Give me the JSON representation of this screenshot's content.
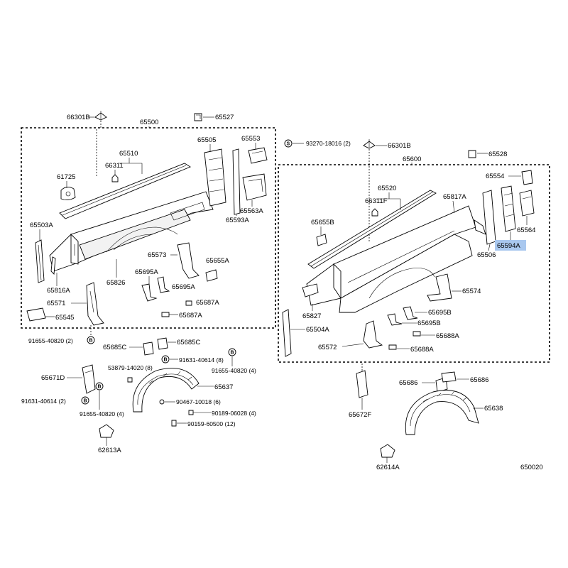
{
  "diagram_code": "650020",
  "left_box": {
    "assembly_label": "65500",
    "labels": {
      "p66301B_l": "66301B",
      "p65527": "65527",
      "p65505": "65505",
      "p65553": "65553",
      "p65510": "65510",
      "p66311_l": "66311",
      "p61725": "61725",
      "p65503A": "65503A",
      "p65816A": "65816A",
      "p65826": "65826",
      "p65563A": "65563A",
      "p65593A": "65593A",
      "p65573": "65573",
      "p65655A": "65655A",
      "p65695A_1": "65695A",
      "p65695A_2": "65695A",
      "p65687A_1": "65687A",
      "p65687A_2": "65687A",
      "p65571": "65571",
      "p65545": "65545"
    }
  },
  "right_box": {
    "assembly_label": "65600",
    "labels": {
      "p93270": "93270-18016 (2)",
      "p66301B_r": "66301B",
      "p65528": "65528",
      "p65554": "65554",
      "p65520": "65520",
      "p66311F": "66311F",
      "p65817A": "65817A",
      "p65655B": "65655B",
      "p65564": "65564",
      "p65594A": "65594A",
      "p65506": "65506",
      "p65574": "65574",
      "p65827": "65827",
      "p65695B_1": "65695B",
      "p65695B_2": "65695B",
      "p65688A_1": "65688A",
      "p65688A_2": "65688A",
      "p65504A": "65504A",
      "p65572": "65572"
    }
  },
  "outside": {
    "p91655_a": "91655-40820 (2)",
    "p65685C_1": "65685C",
    "p65685C_2": "65685C",
    "p91631_a": "91631-40614 (8)",
    "p91655_b": "91655-40820 (4)",
    "p53879": "53879-14020 (8)",
    "p65637": "65637",
    "p65671D": "65671D",
    "p91631_b": "91631-40614 (2)",
    "p91655_c": "91655-40820 (4)",
    "p90467": "90467-10018 (6)",
    "p90189": "90189-06028 (4)",
    "p90159": "90159-60500 (12)",
    "p62613A": "62613A",
    "p65672F": "65672F",
    "p65686_1": "65686",
    "p65686_2": "65686",
    "p65638": "65638",
    "p62614A": "62614A"
  },
  "symbols": {
    "b_marker": "B",
    "s_marker": "S"
  },
  "colors": {
    "highlight": "#a9c8ef",
    "line": "#000000",
    "background": "#ffffff"
  }
}
